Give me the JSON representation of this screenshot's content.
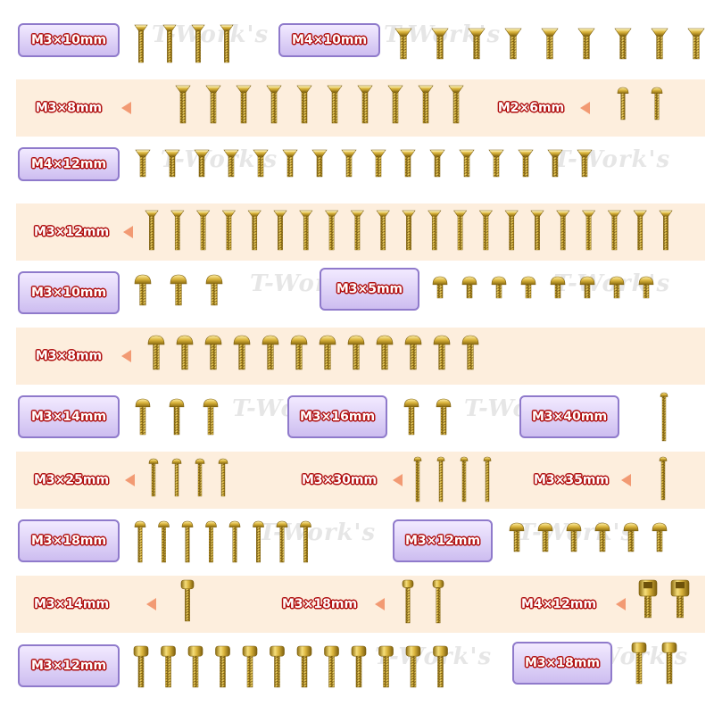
{
  "rows": [
    {
      "labels": [
        "M3×10mm",
        "M4×10mm"
      ]
    },
    {
      "labels": [
        "M3×8mm",
        "M2×6mm"
      ]
    },
    {
      "labels": [
        "M4×12mm"
      ]
    },
    {
      "labels": [
        "M3×12mm"
      ]
    },
    {
      "labels": [
        "M3×10mm",
        "M3×5mm"
      ]
    },
    {
      "labels": [
        "M3×8mm"
      ]
    },
    {
      "labels": [
        "M3×14mm",
        "M3×16mm",
        "M3×40mm"
      ]
    },
    {
      "labels": [
        "M3×25mm",
        "M3×30mm",
        "M3×35mm"
      ]
    },
    {
      "labels": [
        "M3×18mm",
        "M3×12mm"
      ]
    },
    {
      "labels": [
        "M3×14mm",
        "M3×18mm",
        "M4×12mm"
      ]
    },
    {
      "labels": [
        "M3×12mm",
        "M3×18mm"
      ]
    }
  ],
  "groups": [
    {
      "row": 0,
      "type": "flat",
      "count": 4
    },
    {
      "row": 0,
      "type": "flat",
      "count": 9
    },
    {
      "row": 1,
      "type": "flat",
      "count": 10
    },
    {
      "row": 1,
      "type": "button",
      "count": 2
    },
    {
      "row": 2,
      "type": "flat",
      "count": 16
    },
    {
      "row": 3,
      "type": "flat",
      "count": 21
    },
    {
      "row": 4,
      "type": "button",
      "count": 3
    },
    {
      "row": 4,
      "type": "button",
      "count": 8
    },
    {
      "row": 5,
      "type": "button",
      "count": 12
    },
    {
      "row": 6,
      "type": "button",
      "count": 3
    },
    {
      "row": 6,
      "type": "button",
      "count": 2
    },
    {
      "row": 6,
      "type": "button",
      "count": 1
    },
    {
      "row": 7,
      "type": "button",
      "count": 4
    },
    {
      "row": 7,
      "type": "button",
      "count": 4
    },
    {
      "row": 7,
      "type": "button",
      "count": 1
    },
    {
      "row": 8,
      "type": "button",
      "count": 8
    },
    {
      "row": 8,
      "type": "button",
      "count": 6
    },
    {
      "row": 9,
      "type": "cap",
      "count": 1
    },
    {
      "row": 9,
      "type": "cap",
      "count": 2
    },
    {
      "row": 9,
      "type": "socket",
      "count": 2
    },
    {
      "row": 10,
      "type": "cap",
      "count": 12
    },
    {
      "row": 10,
      "type": "cap",
      "count": 2
    }
  ],
  "watermark_text": "T-Work's",
  "colors": {
    "band_peach": "#fdeedd",
    "label_box": "#cdbdf0",
    "label_border": "#8f7acb",
    "label_outline": "#b01010",
    "arrow": "#f29a73",
    "gold": "#d8b23a"
  }
}
